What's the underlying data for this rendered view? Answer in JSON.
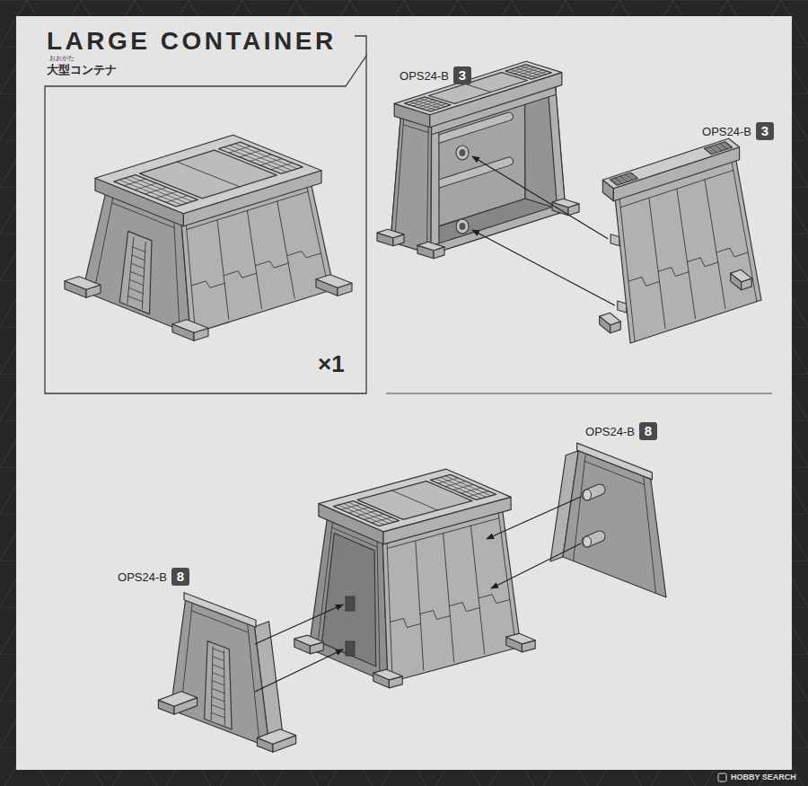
{
  "diagram": {
    "title": "LARGE CONTAINER",
    "labels": [
      "おおがた",
      "大型コンテナ",
      "×1",
      "OPS24-B",
      "3",
      "OPS24-B",
      "3",
      "OPS24-B",
      "8",
      "OPS24-B",
      "8",
      "HOBBY SEARCH"
    ]
  }
}
